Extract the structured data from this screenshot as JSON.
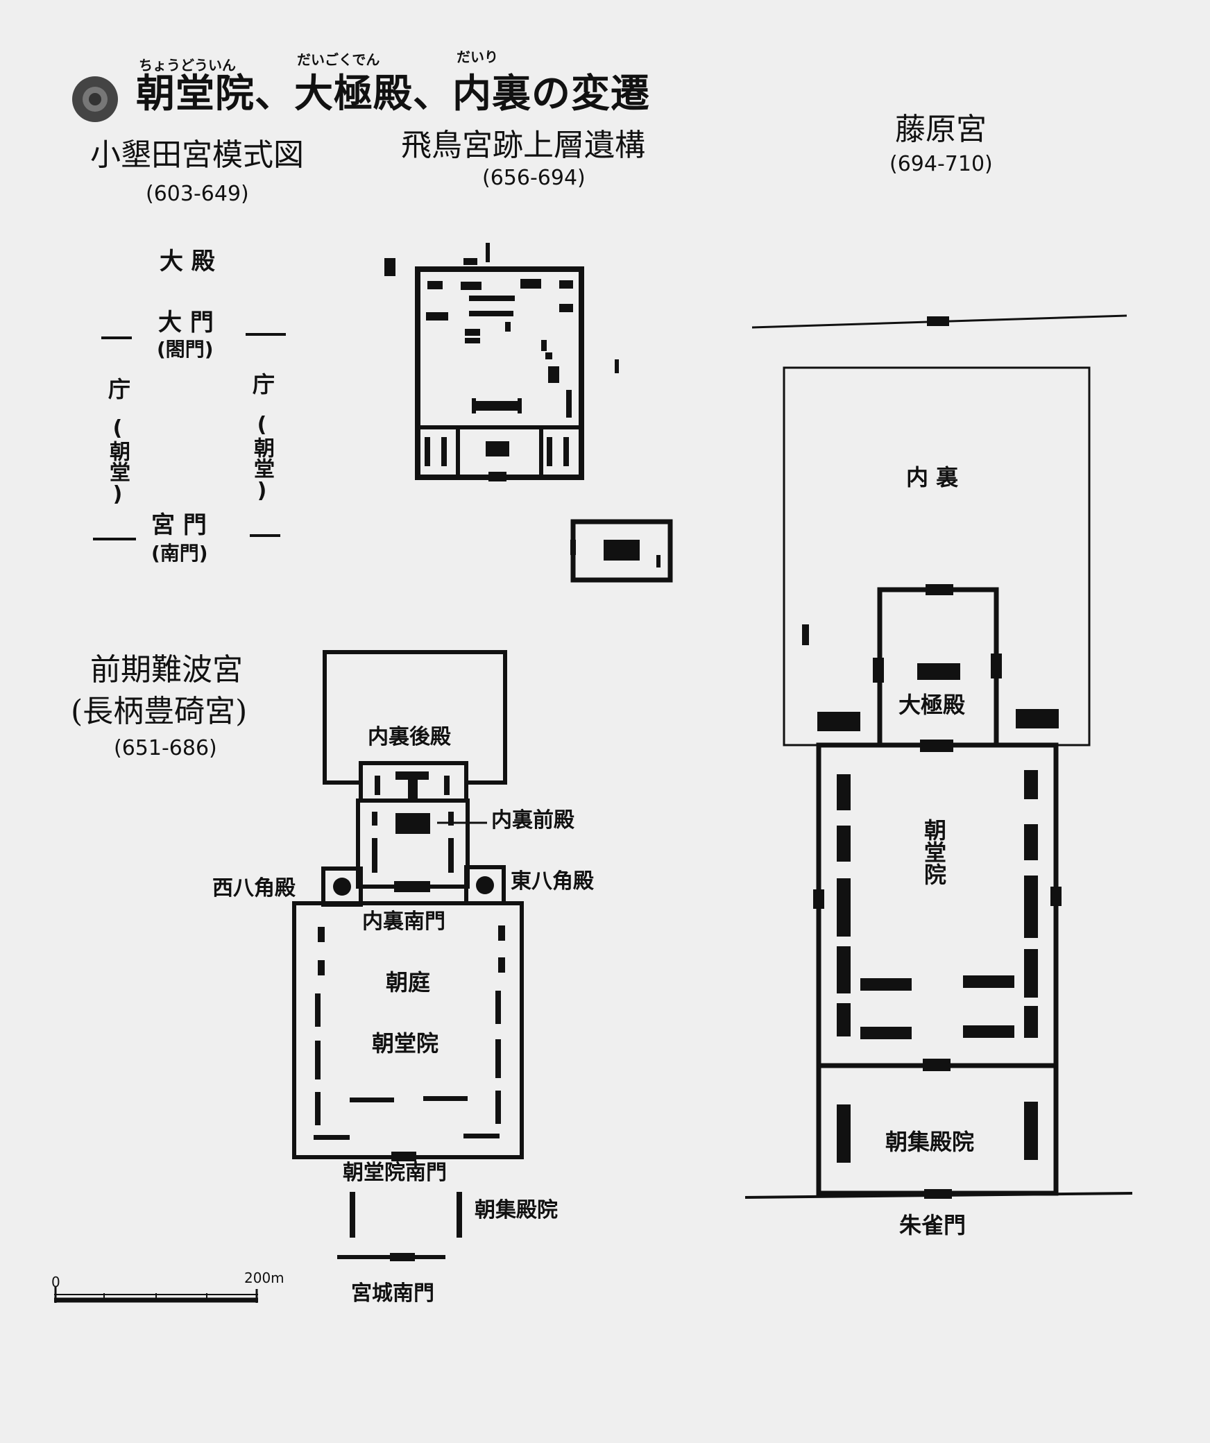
{
  "header": {
    "title": "朝堂院、大極殿、内裏の変遷",
    "ruby_chodoin": "ちょうどういん",
    "ruby_daigokuden": "だいごくでん",
    "ruby_dairi": "だいり"
  },
  "oharida": {
    "title": "小墾田宮模式図",
    "years": "(603-649)",
    "daiden": "大 殿",
    "daimon": "大 門",
    "daimon_alt": "(閤門)",
    "chou": "庁",
    "choudou": "(朝堂)",
    "kyumon": "宮 門",
    "kyumon_alt": "(南門)"
  },
  "asuka": {
    "title": "飛鳥宮跡上層遺構",
    "years": "(656-694)"
  },
  "fujiwara": {
    "title": "藤原宮",
    "years": "(694-710)",
    "dairi": "内 裏",
    "daigokuden": "大極殿",
    "chodoin": "朝堂院",
    "choshuden": "朝集殿院",
    "suzakumon": "朱雀門"
  },
  "naniwa": {
    "title_1": "前期難波宮",
    "title_2": "(長柄豊碕宮)",
    "years": "(651-686)",
    "dairi_koden": "内裏後殿",
    "dairi_zenden": "内裏前殿",
    "nishi_hakkaku": "西八角殿",
    "higashi_hakkaku": "東八角殿",
    "dairi_nanmon": "内裏南門",
    "choutei": "朝庭",
    "chodoin": "朝堂院",
    "chodoin_nanmon": "朝堂院南門",
    "choshuden": "朝集殿院",
    "kyujo_nanmon": "宮城南門"
  },
  "scale": {
    "zero": "0",
    "max": "200m"
  }
}
